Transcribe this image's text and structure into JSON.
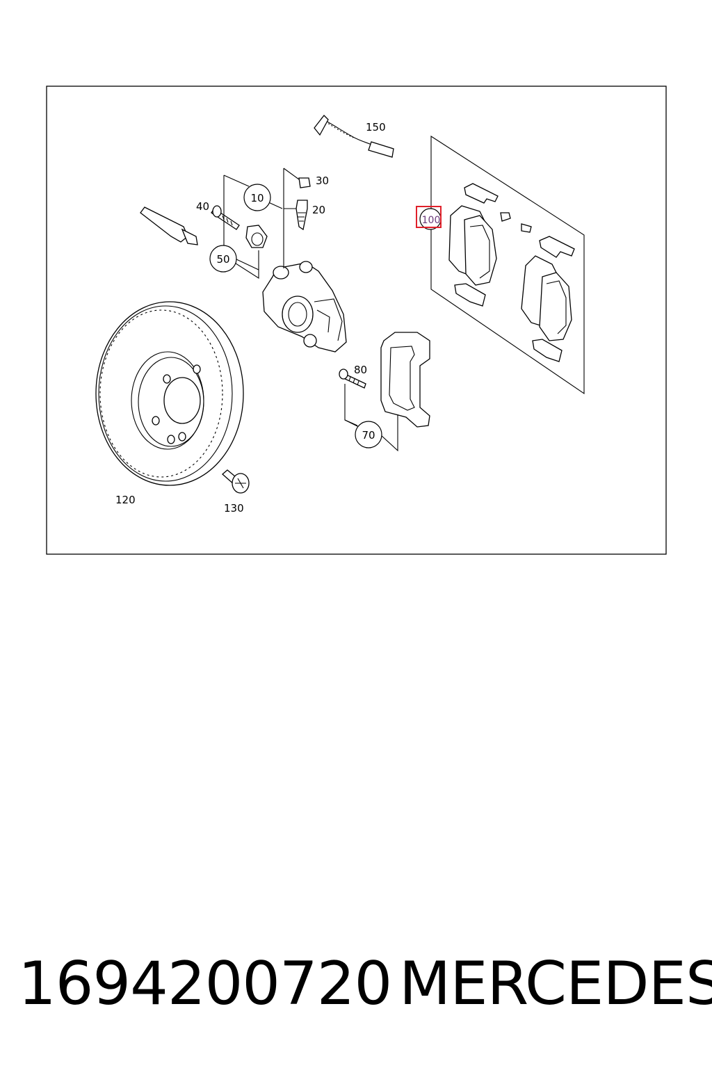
{
  "diagram": {
    "callouts": {
      "c10": "10",
      "c20": "20",
      "c30": "30",
      "c40": "40",
      "c50": "50",
      "c70": "70",
      "c80": "80",
      "c100": "100",
      "c120": "120",
      "c130": "130",
      "c150": "150"
    },
    "highlighted_callout": "100",
    "highlight_color": "#e0202a"
  },
  "footer": {
    "part_number": "1694200720",
    "brand": "MERCEDES"
  }
}
